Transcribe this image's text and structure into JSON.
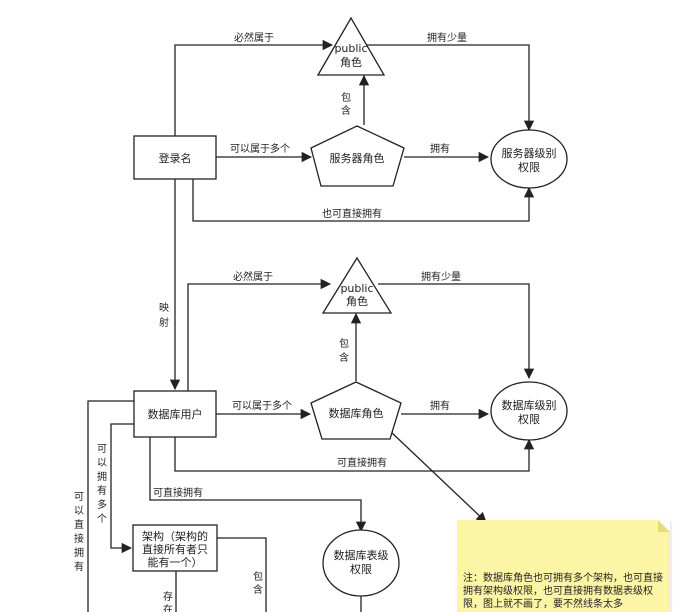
{
  "nodes": {
    "login_name": "登录名",
    "public_top": [
      "public",
      "角色"
    ],
    "server_role": "服务器角色",
    "server_perm": [
      "服务器级别",
      "权限"
    ],
    "db_user": "数据库用户",
    "public_mid": [
      "public",
      "角色"
    ],
    "db_role": "数据库角色",
    "db_perm": [
      "数据库级别",
      "权限"
    ],
    "schema": [
      "架构（架构的",
      "直接所有者只",
      "能有一个）"
    ],
    "table_perm": [
      "数据库表级",
      "权限"
    ]
  },
  "edges": {
    "must_belong_top": "必然属于",
    "own_little_top": "拥有少量",
    "contain_top": [
      "包",
      "含"
    ],
    "can_belong_many_top": "可以属于多个",
    "own_top": "拥有",
    "can_direct_own_top": "也可直接拥有",
    "map": [
      "映",
      "射"
    ],
    "must_belong_mid": "必然属于",
    "own_little_mid": "拥有少量",
    "contain_mid": [
      "包",
      "含"
    ],
    "can_belong_many_mid": "可以属于多个",
    "own_mid": "拥有",
    "can_direct_own_mid": "可直接拥有",
    "can_direct_own_table": "可直接拥有",
    "can_own_many": [
      "可",
      "以",
      "拥",
      "有",
      "多",
      "个"
    ],
    "can_direct_own_left": [
      "可",
      "以",
      "直",
      "接",
      "拥",
      "有"
    ],
    "store_partial": [
      "存",
      "在"
    ],
    "contain_partial": [
      "包",
      "含"
    ]
  },
  "note": {
    "text": "注：数据库角色也可拥有多个架构，也可直接拥有架构级权限，也可直接拥有数据表级权限，图上就不画了，要不然线条太多"
  },
  "colors": {
    "stroke": "#222222",
    "note_bg": "#fdf5a6",
    "canvas": "#ffffff"
  }
}
